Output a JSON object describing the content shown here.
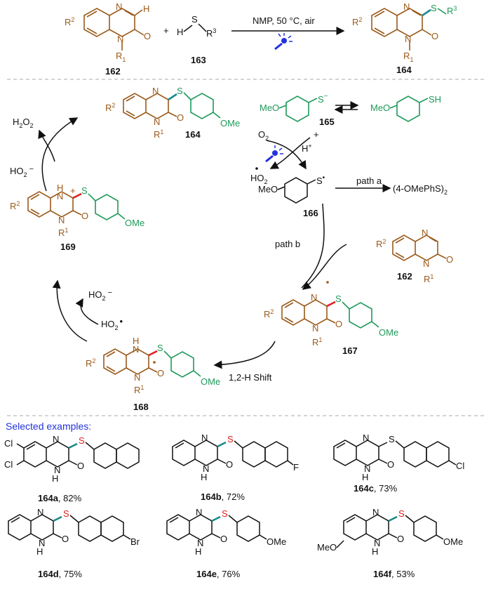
{
  "top_reaction": {
    "conditions": "NMP, 50 °C, air",
    "reagent_163": {
      "h": "H",
      "s": "S",
      "r3": "R3"
    },
    "labels": [
      "162",
      "163",
      "164"
    ],
    "plus": "+"
  },
  "mechanism": {
    "h2o2": "H2O2",
    "ho2_minus": "HO2 −",
    "o2": "O2",
    "h_plus": "H+",
    "ho2_radical": "HO2",
    "thiolate": "MeO",
    "thiol": "SH",
    "path_a": "path a",
    "path_b": "path b",
    "disulfide": "(4-OMePhS)2",
    "shift": "1,2-H Shift",
    "ome": "OMe",
    "labels": {
      "c164": "164",
      "c165": "165",
      "c166": "166",
      "c162": "162",
      "c167": "167",
      "c168": "168",
      "c169": "169"
    }
  },
  "examples": {
    "heading": "Selected examples:",
    "items": [
      {
        "id": "164a",
        "yield": ", 82%"
      },
      {
        "id": "164b",
        "yield": ", 72%"
      },
      {
        "id": "164c",
        "yield": ", 73%"
      },
      {
        "id": "164d",
        "yield": ", 75%"
      },
      {
        "id": "164e",
        "yield": ", 76%"
      },
      {
        "id": "164f",
        "yield": ", 53%"
      }
    ]
  },
  "colors": {
    "core": "#9a5a1a",
    "thio": "#1e9a5a",
    "new_bond": "#e02020",
    "heading": "#2233dd"
  }
}
